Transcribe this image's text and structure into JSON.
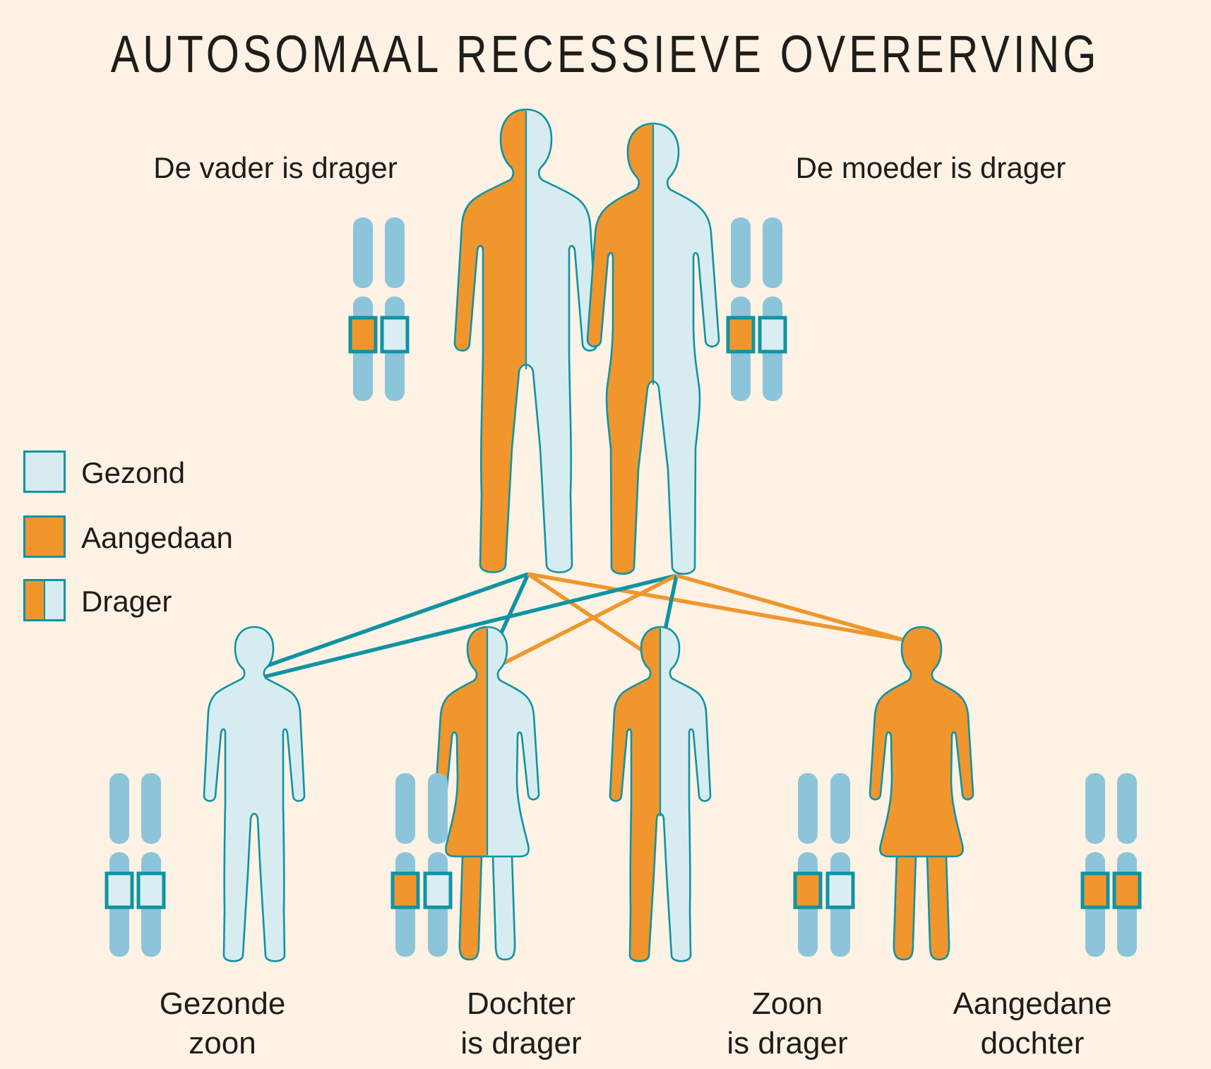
{
  "title": "AUTOSOMAAL RECESSIEVE OVERERVING",
  "parents": {
    "father": {
      "label": "De vader is drager",
      "genotype": "carrier"
    },
    "mother": {
      "label": "De moeder is drager",
      "genotype": "carrier"
    }
  },
  "legend": {
    "items": [
      {
        "key": "gezond",
        "label": "Gezond"
      },
      {
        "key": "aangedaan",
        "label": "Aangedaan"
      },
      {
        "key": "drager",
        "label": "Drager"
      }
    ]
  },
  "children": [
    {
      "line1": "Gezonde",
      "line2": "zoon",
      "genotype": "healthy"
    },
    {
      "line1": "Dochter",
      "line2": "is drager",
      "genotype": "carrier"
    },
    {
      "line1": "Zoon",
      "line2": "is drager",
      "genotype": "carrier"
    },
    {
      "line1": "Aangedane",
      "line2": "dochter",
      "genotype": "affected"
    }
  ],
  "inheritance_lines": [
    {
      "from": "father",
      "to": "child-1",
      "allele": "healthy"
    },
    {
      "from": "father",
      "to": "child-2",
      "allele": "healthy"
    },
    {
      "from": "father",
      "to": "child-3",
      "allele": "affected"
    },
    {
      "from": "father",
      "to": "child-4",
      "allele": "affected"
    },
    {
      "from": "mother",
      "to": "child-1",
      "allele": "healthy"
    },
    {
      "from": "mother",
      "to": "child-2",
      "allele": "affected"
    },
    {
      "from": "mother",
      "to": "child-3",
      "allele": "healthy"
    },
    {
      "from": "mother",
      "to": "child-4",
      "allele": "affected"
    }
  ],
  "colors": {
    "bg": "#fdf2e4",
    "orange": "#f0962d",
    "light-blue": "#d7ecf1",
    "chromosome-blue": "#8cc5da",
    "teal": "#0f93a4",
    "band-light": "#daeef3",
    "text": "#1d1d1b"
  }
}
